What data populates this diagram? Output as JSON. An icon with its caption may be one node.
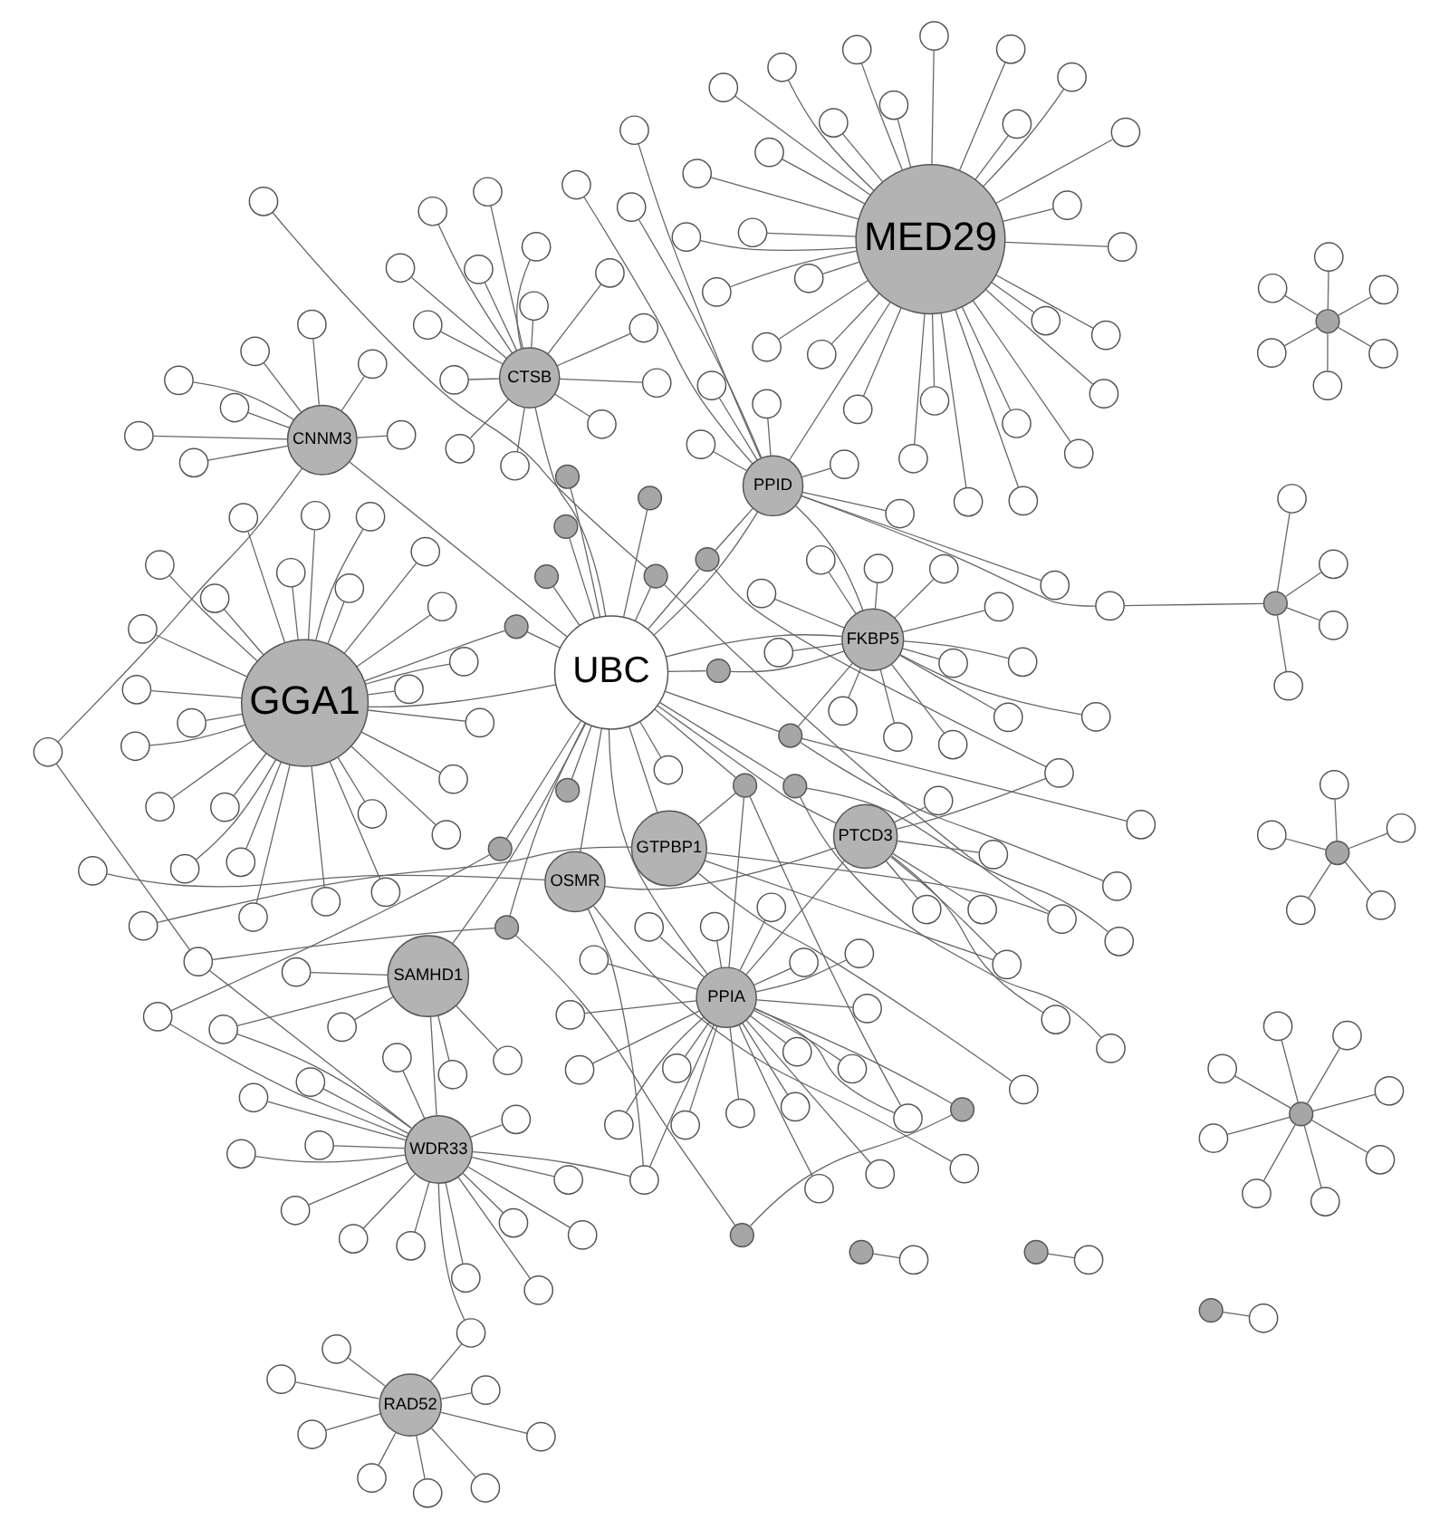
{
  "diagram": {
    "nodes": [
      {
        "text": [
          "CTSB"
        ]
      },
      {
        "text": [
          "MED29"
        ]
      },
      {
        "text": [
          "FKBP5"
        ]
      },
      {
        "text": [
          "PPID"
        ]
      },
      {
        "text": [
          "UBC"
        ]
      },
      {
        "text": [
          "CNNM3"
        ]
      },
      {
        "text": [
          "GTPBP1"
        ]
      },
      {
        "text": [
          "PTCD3"
        ]
      },
      {
        "text": [
          "SAMHD1"
        ]
      },
      {
        "text": [
          "OSMR"
        ]
      },
      {
        "text": [
          "WDR33"
        ]
      },
      {
        "text": [
          "GGA1"
        ]
      },
      {
        "text": [
          "PPIA"
        ]
      },
      {
        "text": [
          "RAD52"
        ]
      },
      {
        "text": [],
        "shape": "circle"
      },
      {
        "text": [],
        "shape": "circle"
      },
      {
        "text": [],
        "shape": "circle"
      },
      {
        "text": [],
        "shape": "circle"
      },
      {
        "text": [],
        "shape": "circle"
      },
      {
        "text": [],
        "shape": "circle"
      },
      {
        "text": [],
        "shape": "circle"
      },
      {
        "text": [],
        "shape": "circle"
      },
      {
        "text": [],
        "shape": "circle"
      },
      {
        "text": [],
        "shape": "circle"
      },
      {
        "text": [],
        "shape": "circle"
      },
      {
        "text": [],
        "shape": "circle"
      },
      {
        "text": [],
        "shape": "circle"
      },
      {
        "text": [],
        "shape": "circle"
      },
      {
        "text": [],
        "shape": "circle"
      },
      {
        "text": [],
        "shape": "circle"
      },
      {
        "text": [],
        "shape": "circle"
      },
      {
        "text": [],
        "shape": "circle"
      },
      {
        "text": [],
        "shape": "circle"
      },
      {
        "text": [],
        "shape": "circle"
      },
      {
        "text": [],
        "shape": "circle"
      },
      {
        "text": [],
        "shape": "circle"
      },
      {
        "text": [],
        "shape": "circle"
      },
      {
        "text": [],
        "shape": "circle"
      },
      {
        "text": [],
        "shape": "circle"
      },
      {
        "text": [],
        "shape": "circle"
      },
      {
        "text": [],
        "shape": "circle"
      },
      {
        "text": [],
        "shape": "circle"
      },
      {
        "text": [],
        "shape": "circle"
      },
      {
        "text": [],
        "shape": "circle"
      },
      {
        "text": [],
        "shape": "circle"
      },
      {
        "text": [],
        "shape": "circle"
      },
      {
        "text": [],
        "shape": "circle"
      },
      {
        "text": [],
        "shape": "circle"
      },
      {
        "text": [],
        "shape": "circle"
      },
      {
        "text": [],
        "shape": "circle"
      },
      {
        "text": [],
        "shape": "circle"
      },
      {
        "text": [],
        "shape": "circle"
      },
      {
        "text": [],
        "shape": "circle"
      },
      {
        "text": [],
        "shape": "circle"
      },
      {
        "text": [],
        "shape": "circle"
      },
      {
        "text": [],
        "shape": "circle"
      },
      {
        "text": [],
        "shape": "circle"
      },
      {
        "text": [],
        "shape": "circle"
      },
      {
        "text": [],
        "shape": "circle"
      },
      {
        "text": [],
        "shape": "circle"
      },
      {
        "text": [],
        "shape": "circle"
      },
      {
        "text": [],
        "shape": "circle"
      },
      {
        "text": [],
        "shape": "circle"
      },
      {
        "text": [],
        "shape": "circle"
      },
      {
        "text": [],
        "shape": "circle"
      },
      {
        "text": [],
        "shape": "circle"
      },
      {
        "text": [],
        "shape": "circle"
      },
      {
        "text": [],
        "shape": "circle"
      },
      {
        "text": [],
        "shape": "circle"
      },
      {
        "text": [],
        "shape": "circle"
      },
      {
        "text": [],
        "shape": "circle"
      },
      {
        "text": [],
        "shape": "circle"
      },
      {
        "text": [],
        "shape": "circle"
      },
      {
        "text": [],
        "shape": "circle"
      },
      {
        "text": [],
        "shape": "circle"
      },
      {
        "text": [],
        "shape": "circle"
      },
      {
        "text": [],
        "shape": "circle"
      },
      {
        "text": [],
        "shape": "circle"
      },
      {
        "text": [],
        "shape": "circle"
      },
      {
        "text": [],
        "shape": "circle"
      },
      {
        "text": [],
        "shape": "circle"
      },
      {
        "text": [],
        "shape": "circle"
      },
      {
        "text": [],
        "shape": "circle"
      },
      {
        "text": [],
        "shape": "circle"
      },
      {
        "text": [],
        "shape": "circle"
      },
      {
        "text": [],
        "shape": "circle"
      },
      {
        "text": [],
        "shape": "circle"
      },
      {
        "text": [],
        "shape": "circle"
      },
      {
        "text": [],
        "shape": "circle"
      },
      {
        "text": [],
        "shape": "circle"
      },
      {
        "text": [],
        "shape": "circle"
      },
      {
        "text": [],
        "shape": "circle"
      },
      {
        "text": [],
        "shape": "circle"
      },
      {
        "text": [],
        "shape": "circle"
      },
      {
        "text": [],
        "shape": "circle"
      },
      {
        "text": [],
        "shape": "circle"
      },
      {
        "text": [],
        "shape": "circle"
      },
      {
        "text": [],
        "shape": "circle"
      },
      {
        "text": [],
        "shape": "circle"
      },
      {
        "text": [],
        "shape": "circle"
      },
      {
        "text": [],
        "shape": "circle"
      },
      {
        "text": [],
        "shape": "circle"
      },
      {
        "text": [],
        "shape": "circle"
      },
      {
        "text": [],
        "shape": "circle"
      },
      {
        "text": [],
        "shape": "circle"
      },
      {
        "text": [],
        "shape": "circle"
      },
      {
        "text": [],
        "shape": "circle"
      },
      {
        "text": [],
        "shape": "circle"
      },
      {
        "text": [],
        "shape": "circle"
      },
      {
        "text": [],
        "shape": "circle"
      },
      {
        "text": [],
        "shape": "circle"
      },
      {
        "text": [],
        "shape": "circle"
      },
      {
        "text": [],
        "shape": "circle"
      },
      {
        "text": [],
        "shape": "circle"
      },
      {
        "text": [],
        "shape": "circle"
      },
      {
        "text": [],
        "shape": "circle"
      },
      {
        "text": [],
        "shape": "circle"
      },
      {
        "text": [],
        "shape": "circle"
      },
      {
        "text": [],
        "shape": "circle"
      },
      {
        "text": [],
        "shape": "circle"
      },
      {
        "text": [],
        "shape": "circle"
      },
      {
        "text": [],
        "shape": "circle"
      },
      {
        "text": [],
        "shape": "circle"
      },
      {
        "text": [],
        "shape": "circle"
      },
      {
        "text": [],
        "shape": "circle"
      },
      {
        "text": [],
        "shape": "circle"
      },
      {
        "text": [],
        "shape": "circle"
      },
      {
        "text": [],
        "shape": "circle"
      },
      {
        "text": [],
        "shape": "circle"
      },
      {
        "text": [],
        "shape": "circle"
      },
      {
        "text": [],
        "shape": "circle"
      },
      {
        "text": [],
        "shape": "circle"
      },
      {
        "text": [],
        "shape": "circle"
      },
      {
        "text": [],
        "shape": "circle"
      },
      {
        "text": [],
        "shape": "circle"
      },
      {
        "text": [],
        "shape": "circle"
      },
      {
        "text": [],
        "shape": "circle"
      },
      {
        "text": [],
        "shape": "circle"
      },
      {
        "text": [],
        "shape": "circle"
      },
      {
        "text": [],
        "shape": "circle"
      },
      {
        "text": [],
        "shape": "circle"
      },
      {
        "text": [],
        "shape": "circle"
      },
      {
        "text": [],
        "shape": "circle"
      },
      {
        "text": [],
        "shape": "circle"
      },
      {
        "text": [],
        "shape": "circle"
      },
      {
        "text": [],
        "shape": "circle"
      },
      {
        "text": [],
        "shape": "circle"
      },
      {
        "text": [],
        "shape": "circle"
      },
      {
        "text": [],
        "shape": "circle"
      },
      {
        "text": [],
        "shape": "circle"
      },
      {
        "text": [],
        "shape": "circle"
      },
      {
        "text": [],
        "shape": "circle"
      },
      {
        "text": [],
        "shape": "circle"
      },
      {
        "text": [],
        "shape": "circle"
      },
      {
        "text": [],
        "shape": "circle"
      },
      {
        "text": [],
        "shape": "circle"
      },
      {
        "text": [],
        "shape": "circle"
      },
      {
        "text": [],
        "shape": "circle"
      },
      {
        "text": [],
        "shape": "circle"
      },
      {
        "text": [],
        "shape": "circle"
      },
      {
        "text": [],
        "shape": "circle"
      },
      {
        "text": [],
        "shape": "circle"
      },
      {
        "text": [],
        "shape": "circle"
      },
      {
        "text": [],
        "shape": "circle"
      },
      {
        "text": [],
        "shape": "circle"
      },
      {
        "text": [],
        "shape": "circle"
      },
      {
        "text": [],
        "shape": "circle"
      },
      {
        "text": [],
        "shape": "circle"
      },
      {
        "text": [],
        "shape": "circle"
      },
      {
        "text": [],
        "shape": "circle"
      },
      {
        "text": [],
        "shape": "circle"
      },
      {
        "text": [],
        "shape": "circle"
      },
      {
        "text": [],
        "shape": "circle"
      },
      {
        "text": [],
        "shape": "circle"
      },
      {
        "text": [],
        "shape": "circle"
      },
      {
        "text": [],
        "shape": "circle"
      },
      {
        "text": [],
        "shape": "circle"
      },
      {
        "text": [],
        "shape": "circle"
      },
      {
        "text": [],
        "shape": "circle"
      },
      {
        "text": [],
        "shape": "circle"
      },
      {
        "text": [],
        "shape": "circle"
      },
      {
        "text": [],
        "shape": "circle"
      },
      {
        "text": [],
        "shape": "circle"
      },
      {
        "text": [],
        "shape": "circle"
      },
      {
        "text": [],
        "shape": "circle"
      },
      {
        "text": [],
        "shape": "circle"
      },
      {
        "text": [],
        "shape": "circle"
      },
      {
        "text": [],
        "shape": "circle"
      },
      {
        "text": [],
        "shape": "circle"
      },
      {
        "text": [],
        "shape": "circle"
      },
      {
        "text": [],
        "shape": "circle"
      },
      {
        "text": [],
        "shape": "circle"
      },
      {
        "text": [],
        "shape": "circle"
      },
      {
        "text": [],
        "shape": "circle"
      },
      {
        "text": [],
        "shape": "circle"
      },
      {
        "text": [],
        "shape": "circle"
      },
      {
        "text": [],
        "shape": "circle"
      },
      {
        "text": [],
        "shape": "circle"
      },
      {
        "text": [],
        "shape": "circle"
      },
      {
        "text": [],
        "shape": "circle"
      },
      {
        "text": [],
        "shape": "circle"
      },
      {
        "text": [],
        "shape": "circle"
      },
      {
        "text": [],
        "shape": "circle"
      },
      {
        "text": [],
        "shape": "circle"
      },
      {
        "text": [],
        "shape": "circle"
      },
      {
        "text": [],
        "shape": "circle"
      },
      {
        "text": [],
        "shape": "circle"
      },
      {
        "text": [],
        "shape": "circle"
      },
      {
        "text": [],
        "shape": "circle"
      },
      {
        "text": [],
        "shape": "circle"
      },
      {
        "text": [],
        "shape": "circle"
      },
      {
        "text": [],
        "shape": "circle"
      },
      {
        "text": [],
        "shape": "circle"
      },
      {
        "text": [],
        "shape": "circle"
      },
      {
        "text": [],
        "shape": "circle"
      },
      {
        "text": [],
        "shape": "circle"
      },
      {
        "text": [],
        "shape": "circle"
      },
      {
        "text": [],
        "shape": "circle"
      },
      {
        "text": [],
        "shape": "circle"
      },
      {
        "text": [],
        "shape": "circle"
      },
      {
        "text": [],
        "shape": "circle"
      },
      {
        "text": [],
        "shape": "circle"
      },
      {
        "text": [],
        "shape": "circle"
      },
      {
        "text": [],
        "shape": "circle"
      },
      {
        "text": [],
        "shape": "circle"
      },
      {
        "text": [],
        "shape": "circle"
      },
      {
        "text": [],
        "shape": "circle"
      },
      {
        "text": [],
        "shape": "circle"
      },
      {
        "text": [],
        "shape": "circle"
      },
      {
        "text": [],
        "shape": "circle"
      },
      {
        "text": [],
        "shape": "circle"
      },
      {
        "text": [],
        "shape": "circle"
      },
      {
        "text": [],
        "shape": "circle"
      }
    ],
    "edges": [
      {
        "from": 0,
        "to": 4,
        "arrow": "none"
      },
      {
        "from": 1,
        "to": 3,
        "arrow": "none"
      },
      {
        "from": 3,
        "to": 4,
        "arrow": "none"
      },
      {
        "from": 2,
        "to": 3,
        "arrow": "none"
      },
      {
        "from": 2,
        "to": 4,
        "arrow": "none"
      },
      {
        "from": 2,
        "to": 15,
        "arrow": "none"
      },
      {
        "from": 15,
        "to": 4,
        "arrow": "none"
      },
      {
        "from": 2,
        "to": 16,
        "arrow": "none"
      },
      {
        "from": 16,
        "to": 4,
        "arrow": "none"
      },
      {
        "from": 14,
        "to": 204,
        "arrow": "none"
      },
      {
        "from": 14,
        "to": 205,
        "arrow": "none"
      },
      {
        "from": 14,
        "to": 4,
        "arrow": "none"
      },
      {
        "from": 15,
        "to": 206,
        "arrow": "none"
      },
      {
        "from": 15,
        "to": 207,
        "arrow": "none"
      },
      {
        "from": 208,
        "to": 3,
        "arrow": "none"
      },
      {
        "from": 209,
        "to": 3,
        "arrow": "none"
      },
      {
        "from": 210,
        "to": 4,
        "arrow": "none"
      },
      {
        "from": 211,
        "to": 2,
        "arrow": "none"
      },
      {
        "from": 17,
        "to": 4,
        "arrow": "none"
      },
      {
        "from": 18,
        "to": 4,
        "arrow": "none"
      },
      {
        "from": 19,
        "to": 4,
        "arrow": "none"
      },
      {
        "from": 20,
        "to": 4,
        "arrow": "none"
      },
      {
        "from": 21,
        "to": 4,
        "arrow": "none"
      },
      {
        "from": 22,
        "to": 212,
        "arrow": "none"
      },
      {
        "from": 22,
        "to": 4,
        "arrow": "none"
      },
      {
        "from": 22,
        "to": 213,
        "arrow": "none"
      },
      {
        "from": 213,
        "to": 6,
        "arrow": "none"
      },
      {
        "from": 23,
        "to": 4,
        "arrow": "none"
      },
      {
        "from": 231,
        "to": 3,
        "arrow": "none"
      },
      {
        "from": 232,
        "to": 3,
        "arrow": "none"
      },
      {
        "from": 3,
        "to": 214,
        "arrow": "none"
      },
      {
        "from": 214,
        "to": 26,
        "arrow": "none"
      },
      {
        "from": 3,
        "to": 24,
        "arrow": "none"
      },
      {
        "from": 24,
        "to": 4,
        "arrow": "none"
      },
      {
        "from": 25,
        "to": 4,
        "arrow": "none"
      },
      {
        "from": 24,
        "to": 215,
        "arrow": "none"
      },
      {
        "from": 215,
        "to": 7,
        "arrow": "none"
      },
      {
        "from": 25,
        "to": 216,
        "arrow": "none"
      },
      {
        "from": 216,
        "to": 10,
        "arrow": "none"
      },
      {
        "from": 4,
        "to": 5,
        "arrow": "none"
      },
      {
        "from": 5,
        "to": 218,
        "arrow": "none"
      },
      {
        "from": 218,
        "to": 219,
        "arrow": "none"
      },
      {
        "from": 219,
        "to": 10,
        "arrow": "none"
      },
      {
        "from": 4,
        "to": 6,
        "arrow": "none"
      },
      {
        "from": 6,
        "to": 224,
        "arrow": "none"
      },
      {
        "from": 224,
        "to": 7,
        "arrow": "none"
      },
      {
        "from": 6,
        "to": 225,
        "arrow": "none"
      },
      {
        "from": 6,
        "to": 226,
        "arrow": "none"
      },
      {
        "from": 6,
        "to": 27,
        "arrow": "none"
      },
      {
        "from": 27,
        "to": 4,
        "arrow": "none"
      },
      {
        "from": 27,
        "to": 220,
        "arrow": "none"
      },
      {
        "from": 27,
        "to": 12,
        "arrow": "none"
      },
      {
        "from": 4,
        "to": 7,
        "arrow": "none"
      },
      {
        "from": 7,
        "to": 228,
        "arrow": "none"
      },
      {
        "from": 7,
        "to": 12,
        "arrow": "none"
      },
      {
        "from": 7,
        "to": 9,
        "arrow": "none"
      },
      {
        "from": 4,
        "to": 8,
        "arrow": "none"
      },
      {
        "from": 8,
        "to": 10,
        "arrow": "none"
      },
      {
        "from": 8,
        "to": 217,
        "arrow": "none"
      },
      {
        "from": 217,
        "to": 10,
        "arrow": "none"
      },
      {
        "from": 4,
        "to": 9,
        "arrow": "none"
      },
      {
        "from": 9,
        "to": 229,
        "arrow": "none"
      },
      {
        "from": 9,
        "to": 230,
        "arrow": "none"
      },
      {
        "from": 9,
        "to": 222,
        "arrow": "none"
      },
      {
        "from": 222,
        "to": 12,
        "arrow": "none"
      },
      {
        "from": 222,
        "to": 10,
        "arrow": "none"
      },
      {
        "from": 4,
        "to": 11,
        "arrow": "none"
      },
      {
        "from": 11,
        "to": 17,
        "arrow": "none"
      },
      {
        "from": 4,
        "to": 12,
        "arrow": "none"
      },
      {
        "from": 4,
        "to": 28,
        "arrow": "none"
      },
      {
        "from": 28,
        "to": 29,
        "arrow": "none"
      },
      {
        "from": 29,
        "to": 30,
        "arrow": "none"
      },
      {
        "from": 30,
        "to": 12,
        "arrow": "none"
      },
      {
        "from": 28,
        "to": 219,
        "arrow": "none"
      },
      {
        "from": 221,
        "to": 12,
        "arrow": "none"
      },
      {
        "from": 227,
        "to": 12,
        "arrow": "none"
      },
      {
        "from": 220,
        "to": 12,
        "arrow": "none"
      },
      {
        "from": 10,
        "to": 223,
        "arrow": "none"
      },
      {
        "from": 223,
        "to": 13,
        "arrow": "none"
      },
      {
        "from": 0,
        "to": 37,
        "arrow": "none"
      },
      {
        "from": 0,
        "to": 38,
        "arrow": "none"
      },
      {
        "from": 0,
        "to": 39,
        "arrow": "none"
      },
      {
        "from": 0,
        "to": 40,
        "arrow": "none"
      },
      {
        "from": 0,
        "to": 41,
        "arrow": "none"
      },
      {
        "from": 0,
        "to": 42,
        "arrow": "none"
      },
      {
        "from": 0,
        "to": 43,
        "arrow": "none"
      },
      {
        "from": 0,
        "to": 44,
        "arrow": "none"
      },
      {
        "from": 0,
        "to": 45,
        "arrow": "none"
      },
      {
        "from": 0,
        "to": 46,
        "arrow": "none"
      },
      {
        "from": 0,
        "to": 47,
        "arrow": "none"
      },
      {
        "from": 0,
        "to": 48,
        "arrow": "none"
      },
      {
        "from": 0,
        "to": 49,
        "arrow": "none"
      },
      {
        "from": 0,
        "to": 50,
        "arrow": "none"
      },
      {
        "from": 1,
        "to": 51,
        "arrow": "none"
      },
      {
        "from": 1,
        "to": 52,
        "arrow": "none"
      },
      {
        "from": 1,
        "to": 53,
        "arrow": "none"
      },
      {
        "from": 1,
        "to": 54,
        "arrow": "none"
      },
      {
        "from": 1,
        "to": 55,
        "arrow": "none"
      },
      {
        "from": 1,
        "to": 56,
        "arrow": "none"
      },
      {
        "from": 1,
        "to": 57,
        "arrow": "none"
      },
      {
        "from": 1,
        "to": 58,
        "arrow": "none"
      },
      {
        "from": 1,
        "to": 59,
        "arrow": "none"
      },
      {
        "from": 1,
        "to": 60,
        "arrow": "none"
      },
      {
        "from": 1,
        "to": 61,
        "arrow": "none"
      },
      {
        "from": 1,
        "to": 62,
        "arrow": "none"
      },
      {
        "from": 1,
        "to": 63,
        "arrow": "none"
      },
      {
        "from": 1,
        "to": 64,
        "arrow": "none"
      },
      {
        "from": 1,
        "to": 65,
        "arrow": "none"
      },
      {
        "from": 1,
        "to": 66,
        "arrow": "none"
      },
      {
        "from": 1,
        "to": 67,
        "arrow": "none"
      },
      {
        "from": 1,
        "to": 68,
        "arrow": "none"
      },
      {
        "from": 1,
        "to": 69,
        "arrow": "none"
      },
      {
        "from": 1,
        "to": 70,
        "arrow": "none"
      },
      {
        "from": 1,
        "to": 71,
        "arrow": "none"
      },
      {
        "from": 1,
        "to": 72,
        "arrow": "none"
      },
      {
        "from": 1,
        "to": 73,
        "arrow": "none"
      },
      {
        "from": 1,
        "to": 74,
        "arrow": "none"
      },
      {
        "from": 1,
        "to": 75,
        "arrow": "none"
      },
      {
        "from": 1,
        "to": 76,
        "arrow": "none"
      },
      {
        "from": 1,
        "to": 77,
        "arrow": "none"
      },
      {
        "from": 1,
        "to": 78,
        "arrow": "none"
      },
      {
        "from": 1,
        "to": 79,
        "arrow": "none"
      },
      {
        "from": 1,
        "to": 80,
        "arrow": "none"
      },
      {
        "from": 2,
        "to": 81,
        "arrow": "none"
      },
      {
        "from": 2,
        "to": 82,
        "arrow": "none"
      },
      {
        "from": 2,
        "to": 83,
        "arrow": "none"
      },
      {
        "from": 2,
        "to": 84,
        "arrow": "none"
      },
      {
        "from": 2,
        "to": 85,
        "arrow": "none"
      },
      {
        "from": 2,
        "to": 86,
        "arrow": "none"
      },
      {
        "from": 2,
        "to": 87,
        "arrow": "none"
      },
      {
        "from": 2,
        "to": 88,
        "arrow": "none"
      },
      {
        "from": 2,
        "to": 89,
        "arrow": "none"
      },
      {
        "from": 2,
        "to": 90,
        "arrow": "none"
      },
      {
        "from": 2,
        "to": 91,
        "arrow": "none"
      },
      {
        "from": 2,
        "to": 92,
        "arrow": "none"
      },
      {
        "from": 5,
        "to": 93,
        "arrow": "none"
      },
      {
        "from": 5,
        "to": 94,
        "arrow": "none"
      },
      {
        "from": 5,
        "to": 95,
        "arrow": "none"
      },
      {
        "from": 5,
        "to": 96,
        "arrow": "none"
      },
      {
        "from": 5,
        "to": 97,
        "arrow": "none"
      },
      {
        "from": 5,
        "to": 98,
        "arrow": "none"
      },
      {
        "from": 5,
        "to": 99,
        "arrow": "none"
      },
      {
        "from": 5,
        "to": 100,
        "arrow": "none"
      },
      {
        "from": 11,
        "to": 101,
        "arrow": "none"
      },
      {
        "from": 11,
        "to": 102,
        "arrow": "none"
      },
      {
        "from": 11,
        "to": 103,
        "arrow": "none"
      },
      {
        "from": 11,
        "to": 104,
        "arrow": "none"
      },
      {
        "from": 11,
        "to": 105,
        "arrow": "none"
      },
      {
        "from": 11,
        "to": 106,
        "arrow": "none"
      },
      {
        "from": 11,
        "to": 107,
        "arrow": "none"
      },
      {
        "from": 11,
        "to": 108,
        "arrow": "none"
      },
      {
        "from": 11,
        "to": 109,
        "arrow": "none"
      },
      {
        "from": 11,
        "to": 110,
        "arrow": "none"
      },
      {
        "from": 11,
        "to": 111,
        "arrow": "none"
      },
      {
        "from": 11,
        "to": 112,
        "arrow": "none"
      },
      {
        "from": 11,
        "to": 113,
        "arrow": "none"
      },
      {
        "from": 11,
        "to": 114,
        "arrow": "none"
      },
      {
        "from": 11,
        "to": 115,
        "arrow": "none"
      },
      {
        "from": 11,
        "to": 116,
        "arrow": "none"
      },
      {
        "from": 11,
        "to": 117,
        "arrow": "none"
      },
      {
        "from": 11,
        "to": 118,
        "arrow": "none"
      },
      {
        "from": 11,
        "to": 119,
        "arrow": "none"
      },
      {
        "from": 11,
        "to": 120,
        "arrow": "none"
      },
      {
        "from": 11,
        "to": 121,
        "arrow": "none"
      },
      {
        "from": 11,
        "to": 122,
        "arrow": "none"
      },
      {
        "from": 11,
        "to": 123,
        "arrow": "none"
      },
      {
        "from": 11,
        "to": 124,
        "arrow": "none"
      },
      {
        "from": 11,
        "to": 125,
        "arrow": "none"
      },
      {
        "from": 11,
        "to": 126,
        "arrow": "none"
      },
      {
        "from": 12,
        "to": 127,
        "arrow": "none"
      },
      {
        "from": 12,
        "to": 128,
        "arrow": "none"
      },
      {
        "from": 12,
        "to": 129,
        "arrow": "none"
      },
      {
        "from": 12,
        "to": 130,
        "arrow": "none"
      },
      {
        "from": 12,
        "to": 131,
        "arrow": "none"
      },
      {
        "from": 12,
        "to": 132,
        "arrow": "none"
      },
      {
        "from": 12,
        "to": 133,
        "arrow": "none"
      },
      {
        "from": 12,
        "to": 134,
        "arrow": "none"
      },
      {
        "from": 12,
        "to": 135,
        "arrow": "none"
      },
      {
        "from": 12,
        "to": 136,
        "arrow": "none"
      },
      {
        "from": 12,
        "to": 137,
        "arrow": "none"
      },
      {
        "from": 12,
        "to": 138,
        "arrow": "none"
      },
      {
        "from": 12,
        "to": 139,
        "arrow": "none"
      },
      {
        "from": 12,
        "to": 140,
        "arrow": "none"
      },
      {
        "from": 12,
        "to": 141,
        "arrow": "none"
      },
      {
        "from": 12,
        "to": 142,
        "arrow": "none"
      },
      {
        "from": 10,
        "to": 143,
        "arrow": "none"
      },
      {
        "from": 10,
        "to": 144,
        "arrow": "none"
      },
      {
        "from": 10,
        "to": 145,
        "arrow": "none"
      },
      {
        "from": 10,
        "to": 146,
        "arrow": "none"
      },
      {
        "from": 10,
        "to": 147,
        "arrow": "none"
      },
      {
        "from": 10,
        "to": 148,
        "arrow": "none"
      },
      {
        "from": 10,
        "to": 149,
        "arrow": "none"
      },
      {
        "from": 10,
        "to": 150,
        "arrow": "none"
      },
      {
        "from": 10,
        "to": 151,
        "arrow": "none"
      },
      {
        "from": 10,
        "to": 152,
        "arrow": "none"
      },
      {
        "from": 10,
        "to": 153,
        "arrow": "none"
      },
      {
        "from": 10,
        "to": 154,
        "arrow": "none"
      },
      {
        "from": 10,
        "to": 155,
        "arrow": "none"
      },
      {
        "from": 10,
        "to": 156,
        "arrow": "none"
      },
      {
        "from": 13,
        "to": 157,
        "arrow": "none"
      },
      {
        "from": 13,
        "to": 158,
        "arrow": "none"
      },
      {
        "from": 13,
        "to": 159,
        "arrow": "none"
      },
      {
        "from": 13,
        "to": 160,
        "arrow": "none"
      },
      {
        "from": 13,
        "to": 161,
        "arrow": "none"
      },
      {
        "from": 13,
        "to": 162,
        "arrow": "none"
      },
      {
        "from": 13,
        "to": 163,
        "arrow": "none"
      },
      {
        "from": 13,
        "to": 164,
        "arrow": "none"
      },
      {
        "from": 3,
        "to": 165,
        "arrow": "none"
      },
      {
        "from": 3,
        "to": 166,
        "arrow": "none"
      },
      {
        "from": 3,
        "to": 167,
        "arrow": "none"
      },
      {
        "from": 3,
        "to": 168,
        "arrow": "none"
      },
      {
        "from": 3,
        "to": 169,
        "arrow": "none"
      },
      {
        "from": 7,
        "to": 170,
        "arrow": "none"
      },
      {
        "from": 7,
        "to": 171,
        "arrow": "none"
      },
      {
        "from": 7,
        "to": 172,
        "arrow": "none"
      },
      {
        "from": 7,
        "to": 173,
        "arrow": "none"
      },
      {
        "from": 8,
        "to": 174,
        "arrow": "none"
      },
      {
        "from": 8,
        "to": 175,
        "arrow": "none"
      },
      {
        "from": 8,
        "to": 176,
        "arrow": "none"
      },
      {
        "from": 8,
        "to": 177,
        "arrow": "none"
      },
      {
        "from": 26,
        "to": 178,
        "arrow": "none"
      },
      {
        "from": 26,
        "to": 179,
        "arrow": "none"
      },
      {
        "from": 26,
        "to": 180,
        "arrow": "none"
      },
      {
        "from": 26,
        "to": 181,
        "arrow": "none"
      },
      {
        "from": 31,
        "to": 182,
        "arrow": "none"
      },
      {
        "from": 31,
        "to": 183,
        "arrow": "none"
      },
      {
        "from": 31,
        "to": 184,
        "arrow": "none"
      },
      {
        "from": 31,
        "to": 185,
        "arrow": "none"
      },
      {
        "from": 31,
        "to": 186,
        "arrow": "none"
      },
      {
        "from": 31,
        "to": 187,
        "arrow": "none"
      },
      {
        "from": 31,
        "to": 188,
        "arrow": "none"
      },
      {
        "from": 31,
        "to": 189,
        "arrow": "none"
      },
      {
        "from": 32,
        "to": 190,
        "arrow": "none"
      },
      {
        "from": 32,
        "to": 191,
        "arrow": "none"
      },
      {
        "from": 32,
        "to": 192,
        "arrow": "none"
      },
      {
        "from": 32,
        "to": 193,
        "arrow": "none"
      },
      {
        "from": 32,
        "to": 194,
        "arrow": "none"
      },
      {
        "from": 32,
        "to": 195,
        "arrow": "none"
      },
      {
        "from": 33,
        "to": 196,
        "arrow": "none"
      },
      {
        "from": 33,
        "to": 197,
        "arrow": "none"
      },
      {
        "from": 33,
        "to": 198,
        "arrow": "none"
      },
      {
        "from": 33,
        "to": 199,
        "arrow": "none"
      },
      {
        "from": 33,
        "to": 200,
        "arrow": "none"
      },
      {
        "from": 34,
        "to": 201,
        "arrow": "none"
      },
      {
        "from": 35,
        "to": 202,
        "arrow": "none"
      },
      {
        "from": 36,
        "to": 203,
        "arrow": "none"
      }
    ]
  }
}
